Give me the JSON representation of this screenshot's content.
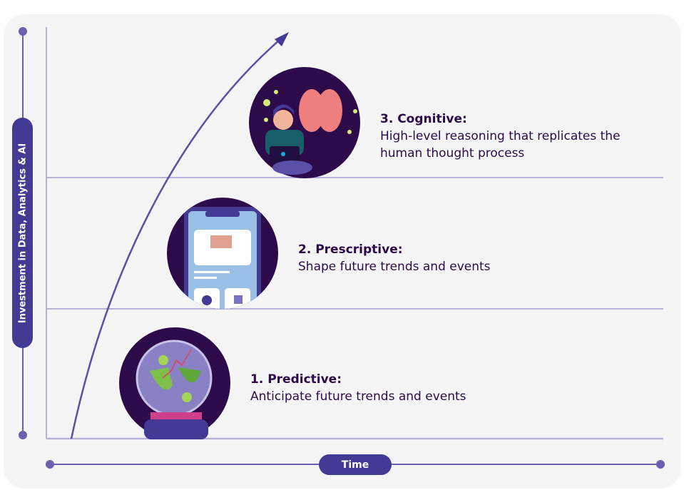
{
  "axes": {
    "y_label": "Investment in Data, Analytics & AI",
    "x_label": "Time"
  },
  "stages": [
    {
      "title": "1. Predictive:",
      "description": "Anticipate future trends and events",
      "icon": "crystal-ball-money-icon"
    },
    {
      "title": "2. Prescriptive:",
      "description": "Shape future trends and events",
      "icon": "phone-shopping-cart-icon"
    },
    {
      "title": "3. Cognitive:",
      "description_line1": "High-level reasoning that replicates the",
      "description_line2": "human thought process",
      "icon": "brain-person-icon"
    }
  ],
  "colors": {
    "accent": "#433a93",
    "circle": "#2d0a4a",
    "grid": "#b7b0d8",
    "text": "#2d0a4a"
  }
}
